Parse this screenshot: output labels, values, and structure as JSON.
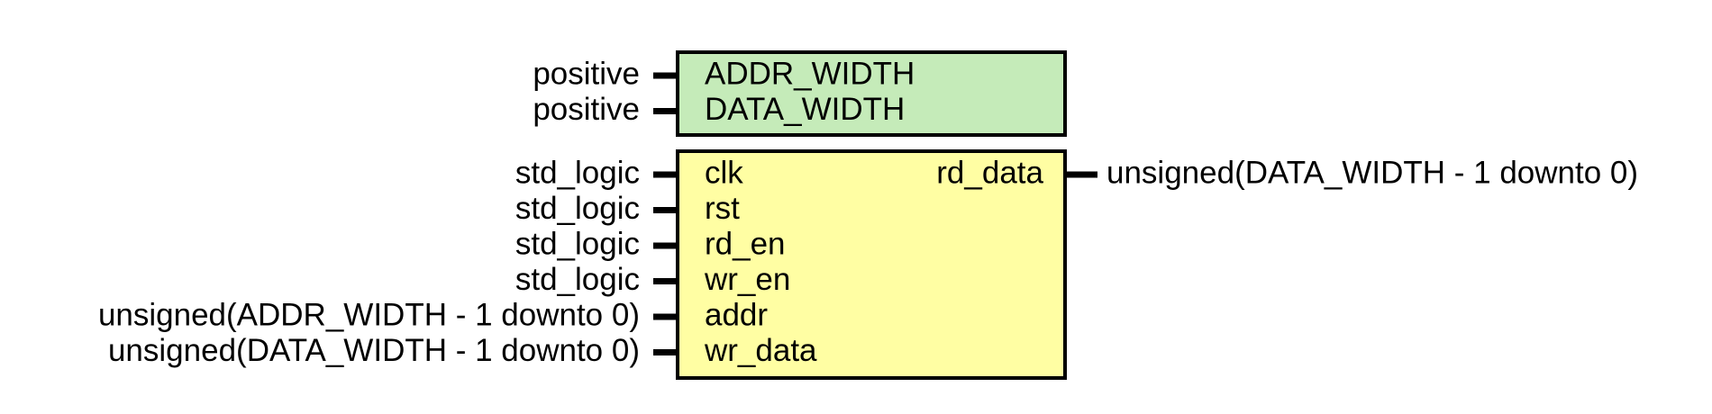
{
  "generics_block": {
    "fill_color": "#c5ebb9",
    "generics": [
      {
        "name": "ADDR_WIDTH",
        "type": "positive"
      },
      {
        "name": "DATA_WIDTH",
        "type": "positive"
      }
    ]
  },
  "ports_block": {
    "fill_color": "#fffea3",
    "inputs": [
      {
        "name": "clk",
        "type": "std_logic"
      },
      {
        "name": "rst",
        "type": "std_logic"
      },
      {
        "name": "rd_en",
        "type": "std_logic"
      },
      {
        "name": "wr_en",
        "type": "std_logic"
      },
      {
        "name": "addr",
        "type": "unsigned(ADDR_WIDTH - 1 downto 0)"
      },
      {
        "name": "wr_data",
        "type": "unsigned(DATA_WIDTH - 1 downto 0)"
      }
    ],
    "outputs": [
      {
        "name": "rd_data",
        "type": "unsigned(DATA_WIDTH - 1 downto 0)"
      }
    ]
  }
}
